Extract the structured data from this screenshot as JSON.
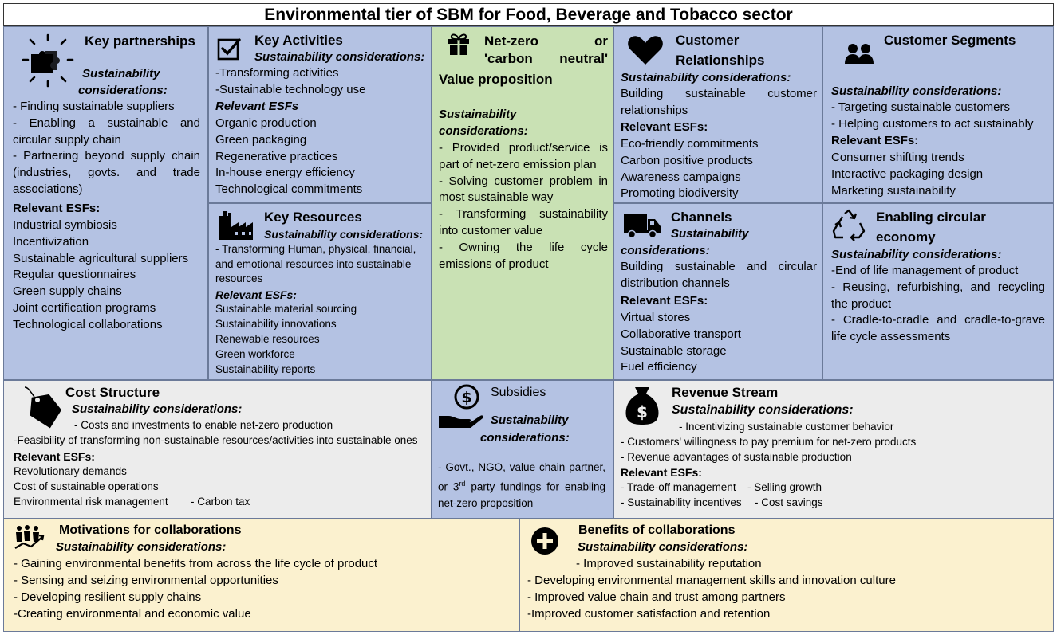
{
  "title": "Environmental tier of SBM for Food, Beverage and Tobacco sector",
  "sc_label": "Sustainability considerations:",
  "esf_label": "Relevant ESFs:",
  "esf_label_nocolon": "Relevant ESFs",
  "key_partnerships": {
    "heading": "Key partnerships",
    "sc_line1": "Sustainability",
    "sc_line2": "considerations:",
    "considerations": [
      "- Finding sustainable suppliers",
      "- Enabling a sustainable and circular supply chain",
      "- Partnering beyond supply chain (industries, govts. and trade associations)"
    ],
    "esfs": [
      "Industrial symbiosis",
      "Incentivization",
      "Sustainable agricultural suppliers",
      "Regular questionnaires",
      "Green supply chains",
      "Joint certification programs",
      "Technological collaborations"
    ]
  },
  "key_activities": {
    "heading": "Key Activities",
    "considerations": [
      "-Transforming activities",
      "-Sustainable technology use"
    ],
    "esfs": [
      "Organic production",
      "Green packaging",
      "Regenerative practices",
      "In-house energy efficiency",
      "Technological commitments"
    ]
  },
  "key_resources": {
    "heading": "Key Resources",
    "considerations": [
      "- Transforming Human, physical, financial, and emotional resources into sustainable resources"
    ],
    "esfs": [
      "Sustainable material sourcing",
      "Sustainability innovations",
      "Renewable resources",
      "Green workforce",
      "Sustainability reports"
    ]
  },
  "value_proposition": {
    "heading1": "Net-zero or",
    "heading2": "'carbon neutral'",
    "heading3": "Value proposition",
    "sc_line1": "Sustainability",
    "sc_line2": "considerations:",
    "considerations": [
      "- Provided product/service is part of net-zero emission plan",
      "- Solving customer problem in most sustainable way",
      "- Transforming sustainability into customer value",
      "- Owning the life cycle emissions of product"
    ]
  },
  "customer_relationships": {
    "heading1": "Customer",
    "heading2": "Relationships",
    "considerations": [
      "Building sustainable customer relationships"
    ],
    "esfs": [
      "Eco-friendly commitments",
      "Carbon positive products",
      "Awareness campaigns",
      "Promoting biodiversity"
    ]
  },
  "channels": {
    "heading": "Channels",
    "sc_line1": "Sustainability",
    "sc_line2": "considerations:",
    "considerations": [
      "Building sustainable and circular distribution channels"
    ],
    "esfs": [
      "Virtual stores",
      "Collaborative transport",
      "Sustainable storage",
      "Fuel efficiency"
    ]
  },
  "customer_segments": {
    "heading": "Customer Segments",
    "considerations": [
      "- Targeting sustainable customers",
      "- Helping customers to act sustainably"
    ],
    "esfs": [
      "Consumer shifting trends",
      "Interactive packaging design",
      "Marketing sustainability"
    ]
  },
  "circular_economy": {
    "heading1": "Enabling circular",
    "heading2": "economy",
    "considerations": [
      "-End of life management of product",
      "- Reusing, refurbishing, and recycling the product",
      "- Cradle-to-cradle and cradle-to-grave life cycle assessments"
    ]
  },
  "cost_structure": {
    "heading": "Cost Structure",
    "considerations": [
      "- Costs and investments to enable net-zero production",
      "-Feasibility of transforming non-sustainable resources/activities into sustainable ones"
    ],
    "esfs": [
      "Revolutionary demands",
      "Cost of sustainable operations"
    ],
    "esf_row_a": "Environmental risk management",
    "esf_row_b": "- Carbon tax"
  },
  "subsidies": {
    "heading": "Subsidies",
    "sc_line1": "Sustainability",
    "sc_line2": "considerations:",
    "consideration_pre": "- Govt., NGO, value chain partner, or 3",
    "consideration_sup": "rd",
    "consideration_post": " party fundings for enabling net-zero proposition"
  },
  "revenue_stream": {
    "heading": "Revenue Stream",
    "considerations": [
      "- Incentivizing sustainable customer behavior",
      "- Customers' willingness to pay premium for net-zero products",
      "- Revenue advantages of sustainable production"
    ],
    "esf_rows": [
      [
        "- Trade-off management",
        "- Selling growth"
      ],
      [
        "- Sustainability incentives",
        "- Cost savings"
      ]
    ]
  },
  "motivations": {
    "heading": "Motivations for collaborations",
    "considerations": [
      "- Gaining environmental benefits from across the life cycle of product",
      "- Sensing and seizing environmental opportunities",
      "- Developing resilient supply chains",
      "-Creating environmental and economic value"
    ]
  },
  "benefits": {
    "heading": "Benefits of collaborations",
    "considerations": [
      "- Improved sustainability reputation",
      "- Developing environmental management skills and innovation culture",
      "- Improved value chain and trust among partners",
      "-Improved customer satisfaction and retention"
    ]
  },
  "icons": [
    "puzzle-icon",
    "checkbox-icon",
    "gift-icon",
    "heart-icon",
    "users-icon",
    "factory-icon",
    "truck-icon",
    "recycle-icon",
    "price-tag-icon",
    "hand-coin-icon",
    "money-bag-icon",
    "team-network-icon",
    "plus-circle-icon"
  ]
}
